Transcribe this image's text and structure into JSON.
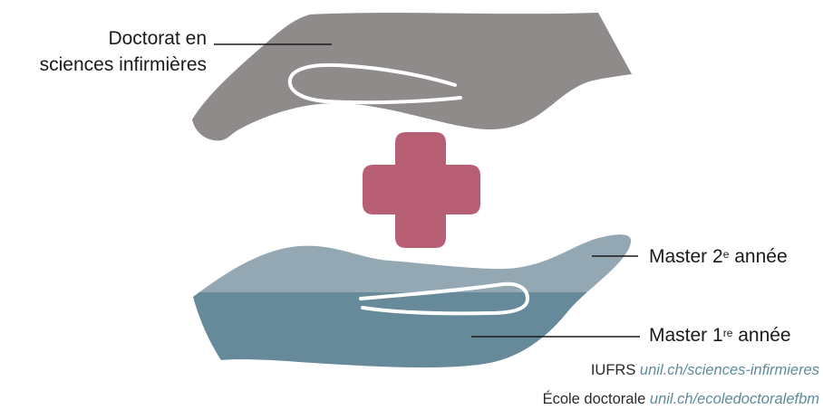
{
  "labels": {
    "doctorat_line1": "Doctorat en",
    "doctorat_line2": "sciences infirmières",
    "master2_prefix": "Master 2",
    "master2_sup": "e",
    "master2_suffix": " année",
    "master1_prefix": "Master 1",
    "master1_sup": "re",
    "master1_suffix": " année"
  },
  "footer": {
    "line1_text": "IUFRS ",
    "line1_link": "unil.ch/sciences-infirmieres",
    "line2_text": "École doctorale ",
    "line2_link": "unil.ch/ecoledoctoralefbm"
  },
  "colors": {
    "top_hand": "#8e8b8a",
    "cross": "#b85f75",
    "bottom_hand_light": "#93a8b3",
    "bottom_hand_dark": "#668a9a",
    "link": "#5f8a99",
    "leader_line": "#1a1a1a"
  }
}
